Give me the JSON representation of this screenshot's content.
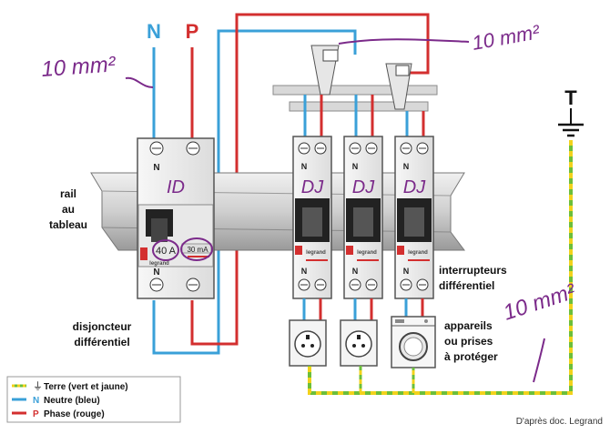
{
  "terminals": {
    "neutral": "N",
    "phase": "P",
    "earth": "T"
  },
  "main_breaker": {
    "top_label": "N",
    "bottom_label": "N",
    "handwritten_label": "ID",
    "rating": "40 A",
    "sensitivity": "30 mA",
    "brand": "legrand",
    "caption_line1": "disjoncteur",
    "caption_line2": "différentiel"
  },
  "rail_label": [
    "rail",
    "au",
    "tableau"
  ],
  "branch_breakers": [
    {
      "top_label": "N",
      "bottom_label": "N",
      "handwritten_label": "DJ",
      "brand": "legrand"
    },
    {
      "top_label": "N",
      "bottom_label": "N",
      "handwritten_label": "DJ",
      "brand": "legrand"
    },
    {
      "top_label": "N",
      "bottom_label": "N",
      "handwritten_label": "DJ",
      "brand": "legrand"
    }
  ],
  "branch_caption": [
    "interrupteurs",
    "différentiel"
  ],
  "appliances_caption": [
    "appareils",
    "ou prises",
    "à protéger"
  ],
  "handwritten_notes": {
    "left_section": "10 mm²",
    "top_right_section": "10 mm²",
    "earth_section": "10 mm²"
  },
  "legend": [
    {
      "symbol": "⏚",
      "text": "Terre (vert et jaune)",
      "color": "#4caf50"
    },
    {
      "symbol": "N",
      "text": "Neutre (bleu)",
      "color": "#3aa0d8"
    },
    {
      "symbol": "P",
      "text": "Phase (rouge)",
      "color": "#d32f2f"
    }
  ],
  "credit": "D'après doc. Legrand",
  "colors": {
    "neutral": "#3aa0d8",
    "phase": "#d32f2f",
    "earth_green": "#6cbf3a",
    "earth_yellow": "#f2d21b",
    "ink": "#7b2a8a"
  }
}
